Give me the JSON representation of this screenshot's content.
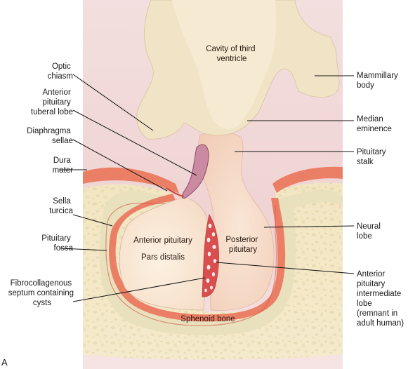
{
  "figure": {
    "panel_letter": "A",
    "labels": {
      "cavity": [
        "Cavity of third",
        "ventricle"
      ],
      "mammillary": [
        "Mammillary",
        "body"
      ],
      "optic": [
        "Optic",
        "chiasm"
      ],
      "ant_tuberal": [
        "Anterior",
        "pituitary",
        "tuberal lobe"
      ],
      "median": [
        "Median",
        "eminence"
      ],
      "diaphragma": [
        "Diaphragma",
        "sellae"
      ],
      "stalk": [
        "Pituitary",
        "stalk"
      ],
      "dura": [
        "Dura",
        "mater"
      ],
      "sella": [
        "Sella",
        "turcica"
      ],
      "fossa": [
        "Pituitary",
        "fossa"
      ],
      "neural": [
        "Neural",
        "lobe"
      ],
      "ant_pit": [
        "Anterior pituitary"
      ],
      "pars": [
        "Pars distalis"
      ],
      "posterior": [
        "Posterior",
        "pituitary"
      ],
      "fibro": [
        "Fibrocollagenous",
        "septum containing",
        "cysts"
      ],
      "intermediate": [
        "Anterior",
        "pituitary",
        "intermediate",
        "lobe",
        "(remnant in",
        "adult human)"
      ],
      "sphenoid": [
        "Sphenoid bone"
      ]
    },
    "colors": {
      "background_top": "#f2d9d9",
      "hypothalamus": "#f1e3c6",
      "neural_tissue": "#f6dccb",
      "dura": "#ea7f66",
      "bone": "#f2e6c4",
      "tuberal": "#c98aa2"
    }
  }
}
